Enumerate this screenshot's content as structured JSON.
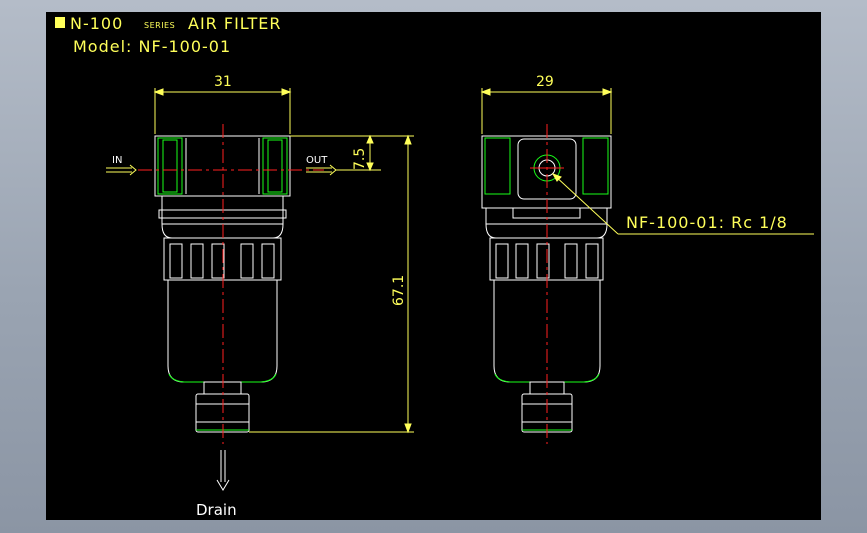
{
  "title": {
    "prefix": "N-100",
    "series_word": "SERIES",
    "suffix": "AIR FILTER",
    "model": "Model: NF-100-01"
  },
  "dimensions": {
    "front_width": "31",
    "side_width": "29",
    "port_offset": "7.5",
    "total_height": "67.1"
  },
  "labels": {
    "in": "IN",
    "out": "OUT",
    "drain": "Drain",
    "port_callout": "NF-100-01: Rc 1/8"
  },
  "colors": {
    "background": "#000000",
    "outline": "#ffffff",
    "highlight": "#19ff19",
    "center_line": "#ff2020",
    "dimension": "#ffff5a"
  }
}
